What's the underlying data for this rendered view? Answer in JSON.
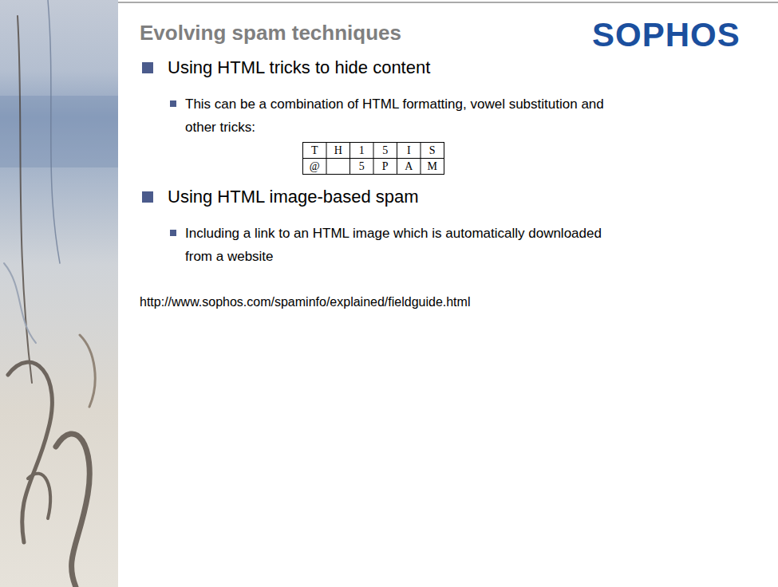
{
  "diagram": {
    "title": "Evolving spam techniques",
    "labels": [
      "SOPHOS",
      "Using HTML tricks to hide content",
      "This can be a combination of HTML formatting, vowel substitution and other tricks:",
      "T",
      "H",
      "1",
      "5",
      "I",
      "S",
      "@",
      "5",
      "P",
      "A",
      "M",
      "Using HTML image-based spam",
      "Including a link to an HTML image which is automatically downloaded from a website",
      "http://www.sophos.com/spaminfo/explained/fieldguide.html"
    ]
  }
}
